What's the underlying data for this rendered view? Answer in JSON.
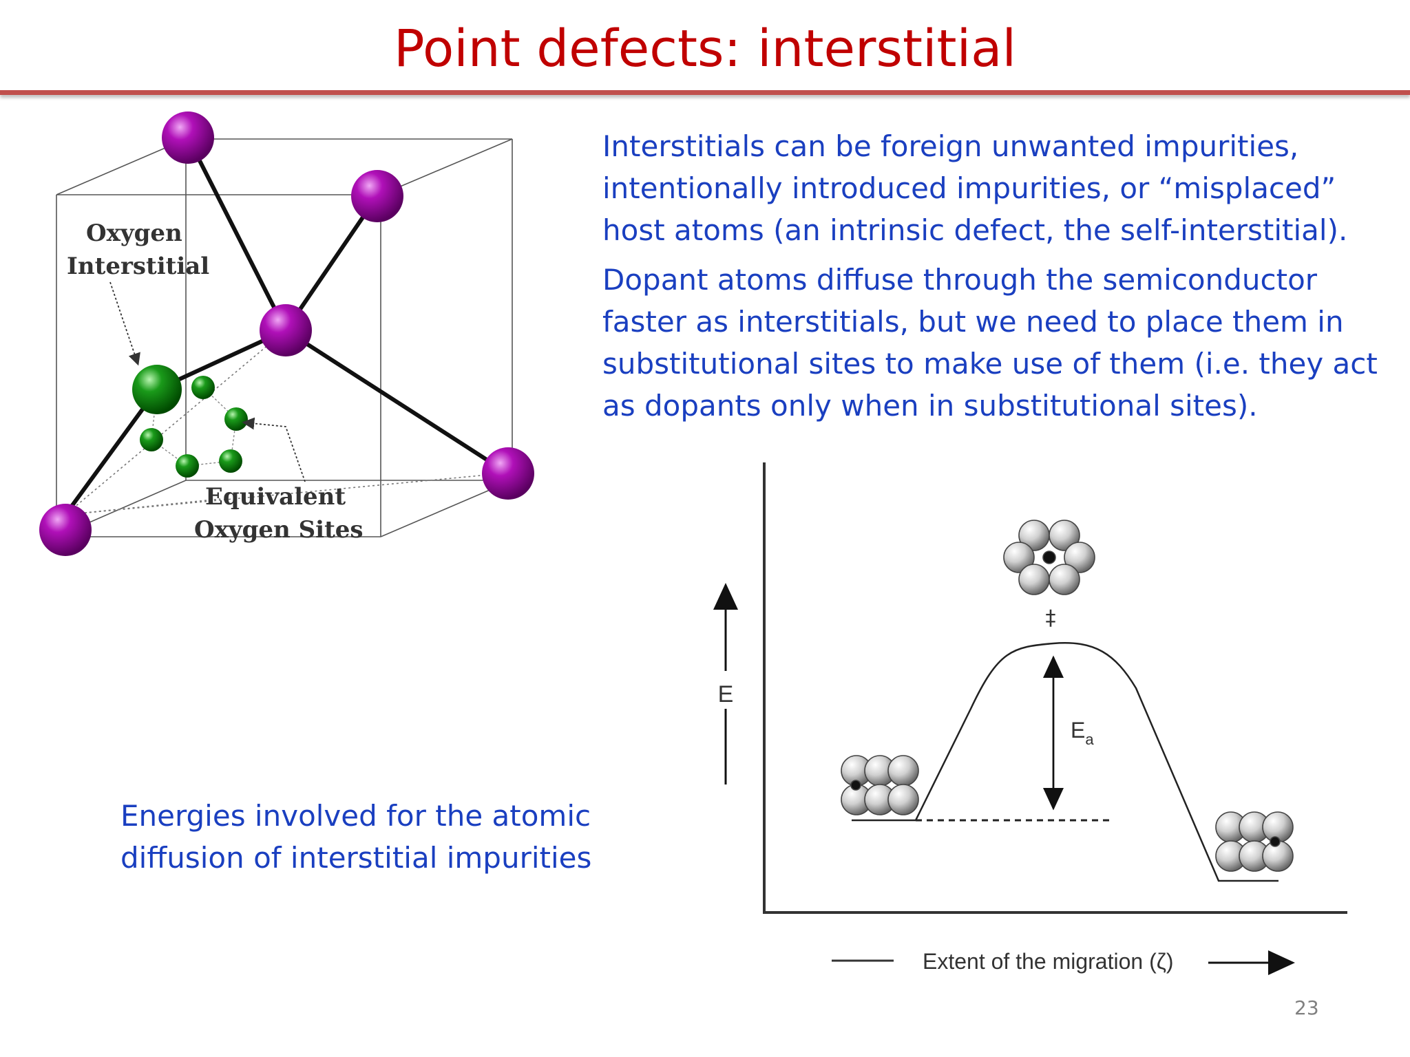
{
  "slide": {
    "title": "Point defects: interstitial",
    "page_number": "23"
  },
  "text": {
    "paragraph1": "Interstitials can be foreign unwanted impurities, intentionally introduced impurities, or “misplaced” host atoms (an intrinsic defect, the self-interstitial).",
    "paragraph2": "Dopant atoms diffuse through the semiconductor faster as interstitials, but we need to place them in substitutional sites to make use of them (i.e. they act as dopants only when in substitutional sites).",
    "caption": "Energies involved for the atomic diffusion of interstitial impurities"
  },
  "crystal_figure": {
    "label_interstitial_line1": "Oxygen",
    "label_interstitial_line2": "Interstitial",
    "label_sites_line1": "Equivalent",
    "label_sites_line2": "Oxygen Sites",
    "colors": {
      "host_atom": "#a000a8",
      "oxygen_atom": "#1a9a1a"
    }
  },
  "energy_diagram": {
    "y_axis_label": "E",
    "activation_label": "E",
    "activation_subscript": "a",
    "transition_marker": "‡",
    "x_axis_label": "Extent of the migration (ζ)"
  }
}
